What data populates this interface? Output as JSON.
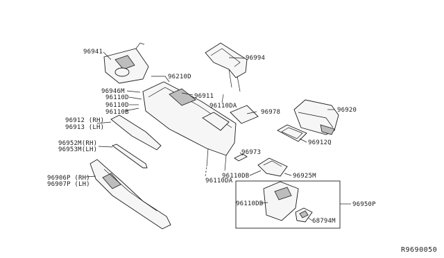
{
  "diagram": {
    "reference_code": "R9690050",
    "labels": {
      "p96941": "96941",
      "p96994": "96994",
      "p96210d": "96210D",
      "p96946m": "96946M",
      "p96911": "96911",
      "p96110d_a": "96110D",
      "p96110d_b": "96110D",
      "p96110b": "96110B",
      "p96110da_top": "96110DA",
      "p96978": "96978",
      "p96920": "96920",
      "p96912_rh": "96912 (RH)",
      "p96913_lh": "96913 (LH)",
      "p96912q": "96912Q",
      "p96952m_rh": "96952M(RH)",
      "p96953m_lh": "96953M(LH)",
      "p96973": "96973",
      "p96110db_a": "96110DB",
      "p96925m": "96925M",
      "p96110da_bot": "96110DA",
      "p96906p_rh": "96906P (RH)",
      "p96907p_lh": "96907P (LH)",
      "p96110db_b": "96110DB",
      "p96950p": "96950P",
      "p68794m": "68794M"
    }
  }
}
